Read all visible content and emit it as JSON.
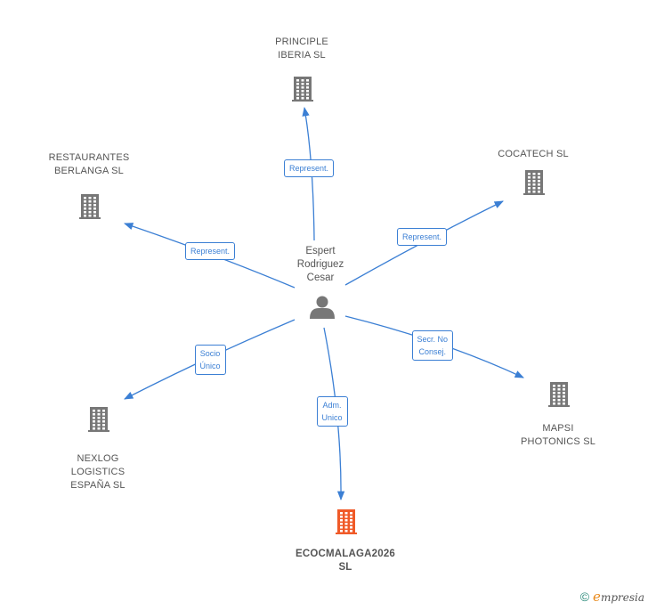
{
  "center": {
    "name": "Espert\nRodriguez\nCesar",
    "icon": "person-icon"
  },
  "companies": [
    {
      "id": "principle",
      "name": "PRINCIPLE\nIBERIA SL",
      "icon": "building-icon",
      "color": "#777777"
    },
    {
      "id": "restaurantes",
      "name": "RESTAURANTES\nBERLANGA SL",
      "icon": "building-icon",
      "color": "#777777"
    },
    {
      "id": "cocatech",
      "name": "COCATECH SL",
      "icon": "building-icon",
      "color": "#777777"
    },
    {
      "id": "mapsi",
      "name": "MAPSI\nPHOTONICS SL",
      "icon": "building-icon",
      "color": "#777777"
    },
    {
      "id": "nexlog",
      "name": "NEXLOG\nLOGISTICS\nESPAÑA SL",
      "icon": "building-icon",
      "color": "#777777"
    },
    {
      "id": "ecocmalaga",
      "name": "ECOCMALAGA2026\nSL",
      "icon": "building-icon",
      "color": "#f05a28",
      "focus": true
    }
  ],
  "relations": [
    {
      "target": "principle",
      "label": "Represent."
    },
    {
      "target": "restaurantes",
      "label": "Represent."
    },
    {
      "target": "cocatech",
      "label": "Represent."
    },
    {
      "target": "mapsi",
      "label": "Secr. No\nConsej."
    },
    {
      "target": "nexlog",
      "label": "Socio\nÚnico"
    },
    {
      "target": "ecocmalaga",
      "label": "Adm.\nUnico"
    }
  ],
  "colors": {
    "edge": "#3b7fd4",
    "building": "#777777",
    "focus": "#f05a28",
    "person": "#777777"
  },
  "brand": {
    "copyright": "©",
    "e": "e",
    "rest": "mpresia"
  }
}
